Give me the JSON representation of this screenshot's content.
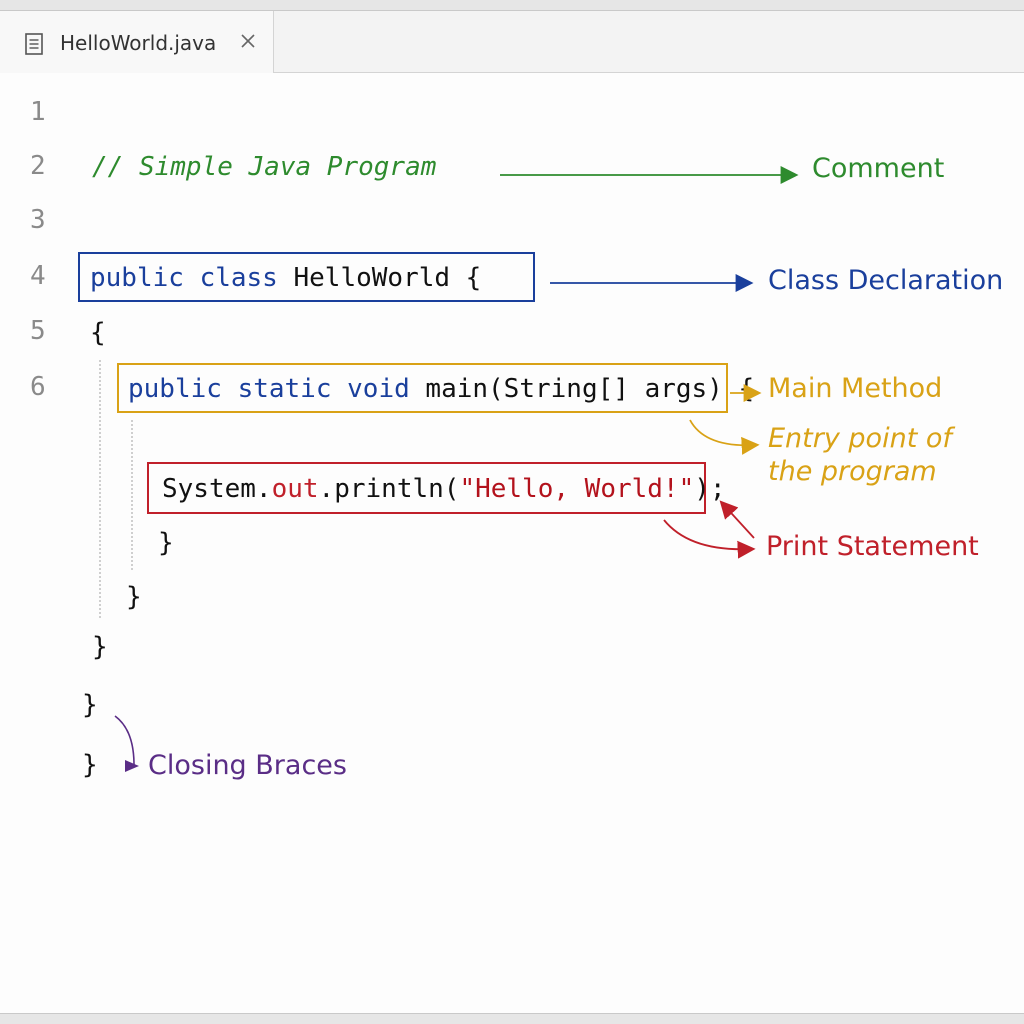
{
  "tab": {
    "filename": "HelloWorld.java",
    "file_icon": "file-icon",
    "close_icon": "close-icon"
  },
  "gutter": [
    "1",
    "2",
    "3",
    "4",
    "5",
    "6"
  ],
  "code": {
    "comment": "// Simple Java Program",
    "class_kw": "public class",
    "class_name": " HelloWorld {",
    "open_brace": "{",
    "main_kw": "public static void",
    "main_rest": " main(String[] args) {",
    "print_system": "System.",
    "print_out": "out",
    "print_println": ".println(",
    "print_string": "\"Hello, World!\"",
    "print_end": ");",
    "close1": "}",
    "close2": "}",
    "close3": "}",
    "close4": "}",
    "close5": "}"
  },
  "annotations": {
    "comment": "Comment",
    "class_declaration": "Class Declaration",
    "main_method": "Main Method",
    "entry_point_line1": "Entry point of",
    "entry_point_line2": "the program",
    "print_statement": "Print Statement",
    "closing_braces": "Closing Braces"
  },
  "colors": {
    "comment": "#2e8b2e",
    "class": "#1a3f9c",
    "main": "#d9a216",
    "print": "#c0202a",
    "braces": "#5a2d86"
  }
}
